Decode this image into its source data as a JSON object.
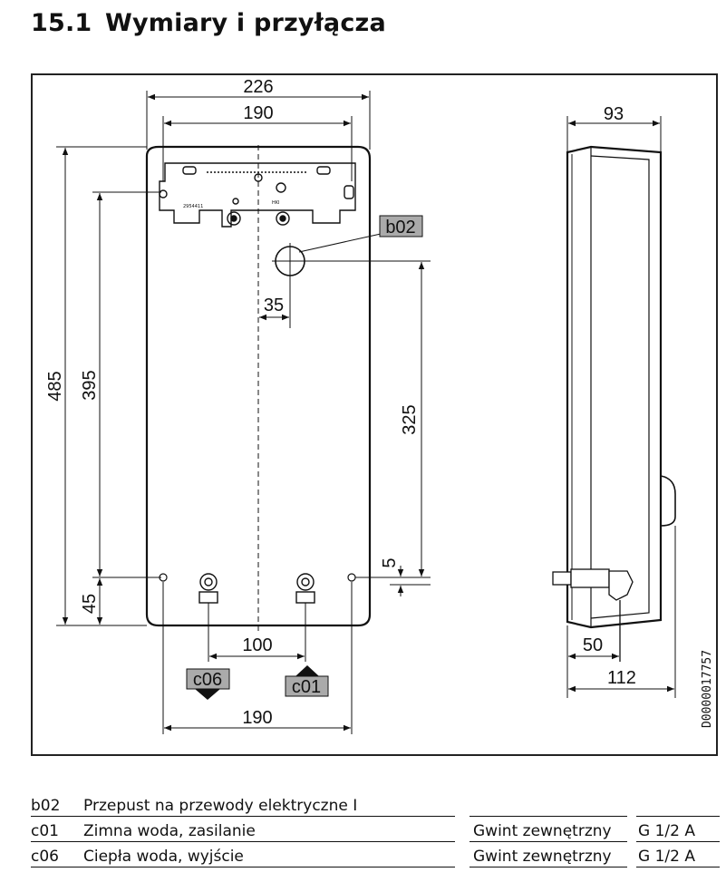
{
  "header": {
    "number": "15.1",
    "title": "Wymiary i przyłącza"
  },
  "dimensions": {
    "width_total": "226",
    "width_bracket": "190",
    "height_total": "485",
    "height_upper": "395",
    "offset_35": "35",
    "height_325": "325",
    "offset_5": "5",
    "offset_45": "45",
    "pipe_spacing": "100",
    "width_bottom": "190",
    "depth_93": "93",
    "depth_50": "50",
    "depth_112": "112"
  },
  "labels": {
    "b02": "b02",
    "c01": "c01",
    "c06": "c06"
  },
  "doc_id": "D0000017757",
  "legend": [
    {
      "code": "b02",
      "desc": "Przepust na przewody elektryczne I",
      "thread": "",
      "size": ""
    },
    {
      "code": "c01",
      "desc": "Zimna woda, zasilanie",
      "thread": "Gwint zewnętrzny",
      "size": "G 1/2 A"
    },
    {
      "code": "c06",
      "desc": "Ciepła woda, wyjście",
      "thread": "Gwint zewnętrzny",
      "size": "G 1/2 A"
    }
  ],
  "colors": {
    "tag_fill": "#aaaaaa",
    "line": "#111111"
  }
}
